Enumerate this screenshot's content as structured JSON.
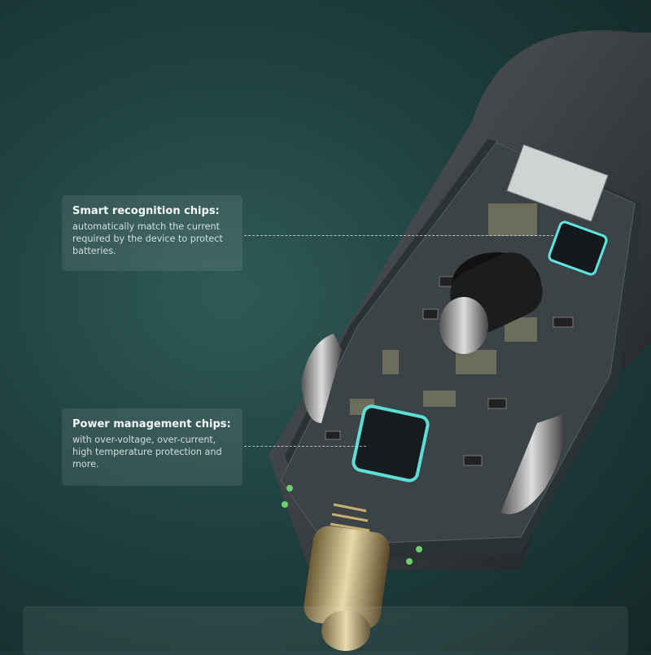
{
  "callouts": [
    {
      "title": "Smart recognition chips:",
      "body": "automatically match the current required by the device to protect batteries."
    },
    {
      "title": "Power management chips:",
      "body": "with over-voltage, over-current, high temperature protection and more."
    }
  ],
  "colors": {
    "accent_glow": "#5ee6e0",
    "background": "#1f4140"
  }
}
